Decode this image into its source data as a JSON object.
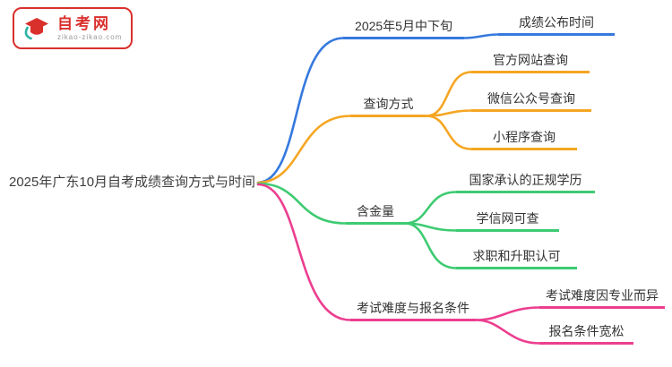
{
  "page": {
    "background": "#ffffff"
  },
  "logo": {
    "title": "自考网",
    "subtitle": "zikao-zikao.com",
    "border_color": "#d9302c",
    "accent_color": "#2bb3a3"
  },
  "root": {
    "label": "2025年广东10月自考成绩查询方式与时间",
    "color": "#3d3d3d"
  },
  "branches": [
    {
      "label": "2025年5月中下旬",
      "color": "#3579de",
      "children": [
        {
          "label": "成绩公布时间"
        }
      ]
    },
    {
      "label": "查询方式",
      "color": "#f5a623",
      "children": [
        {
          "label": "官方网站查询"
        },
        {
          "label": "微信公众号查询"
        },
        {
          "label": "小程序查询"
        }
      ]
    },
    {
      "label": "含金量",
      "color": "#3ecb72",
      "children": [
        {
          "label": "国家承认的正规学历"
        },
        {
          "label": "学信网可查"
        },
        {
          "label": "求职和升职认可"
        }
      ]
    },
    {
      "label": "考试难度与报名条件",
      "color": "#ec3e8f",
      "children": [
        {
          "label": "考试难度因专业而异"
        },
        {
          "label": "报名条件宽松"
        }
      ]
    }
  ]
}
